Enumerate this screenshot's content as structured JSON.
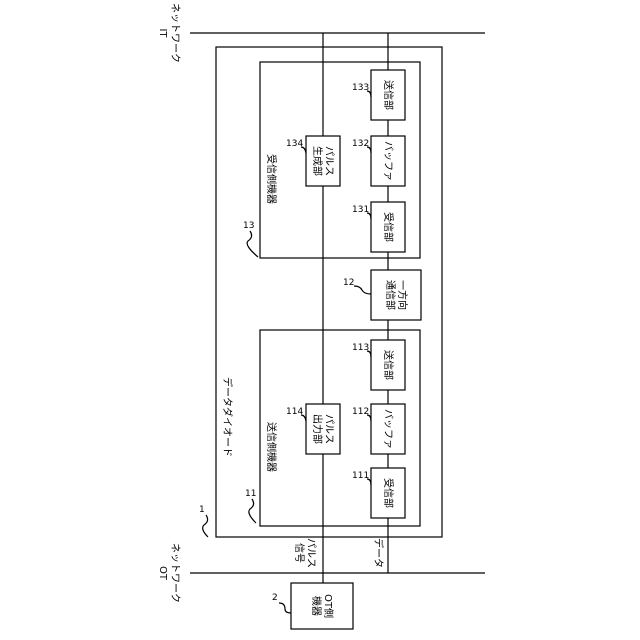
{
  "networks": {
    "it": [
      "IT",
      "ネットワーク"
    ],
    "ot": [
      "OT",
      "ネットワーク"
    ]
  },
  "diode": {
    "ref": "1",
    "label": "データダイオード"
  },
  "sender": {
    "ref": "11",
    "label": "送信側機器",
    "receiver": {
      "ref": "111",
      "label": "受信部"
    },
    "buffer": {
      "ref": "112",
      "label": "バッファ"
    },
    "transmitter": {
      "ref": "113",
      "label": "送信部"
    },
    "pulse_output": {
      "ref": "114",
      "label": [
        "パルス",
        "出力部"
      ]
    }
  },
  "oneway": {
    "ref": "12",
    "label": [
      "一方向",
      "通信部"
    ]
  },
  "receiver_dev": {
    "ref": "13",
    "label": "受信側機器",
    "receiver": {
      "ref": "131",
      "label": "受信部"
    },
    "buffer": {
      "ref": "132",
      "label": "バッファ"
    },
    "transmitter": {
      "ref": "133",
      "label": "送信部"
    },
    "pulse_gen": {
      "ref": "134",
      "label": [
        "パルス",
        "生成部"
      ]
    }
  },
  "ot_device": {
    "ref": "2",
    "label": [
      "OT側",
      "機器"
    ]
  },
  "signals": {
    "pulse": [
      "パルス",
      "信号"
    ],
    "data": "データ"
  }
}
